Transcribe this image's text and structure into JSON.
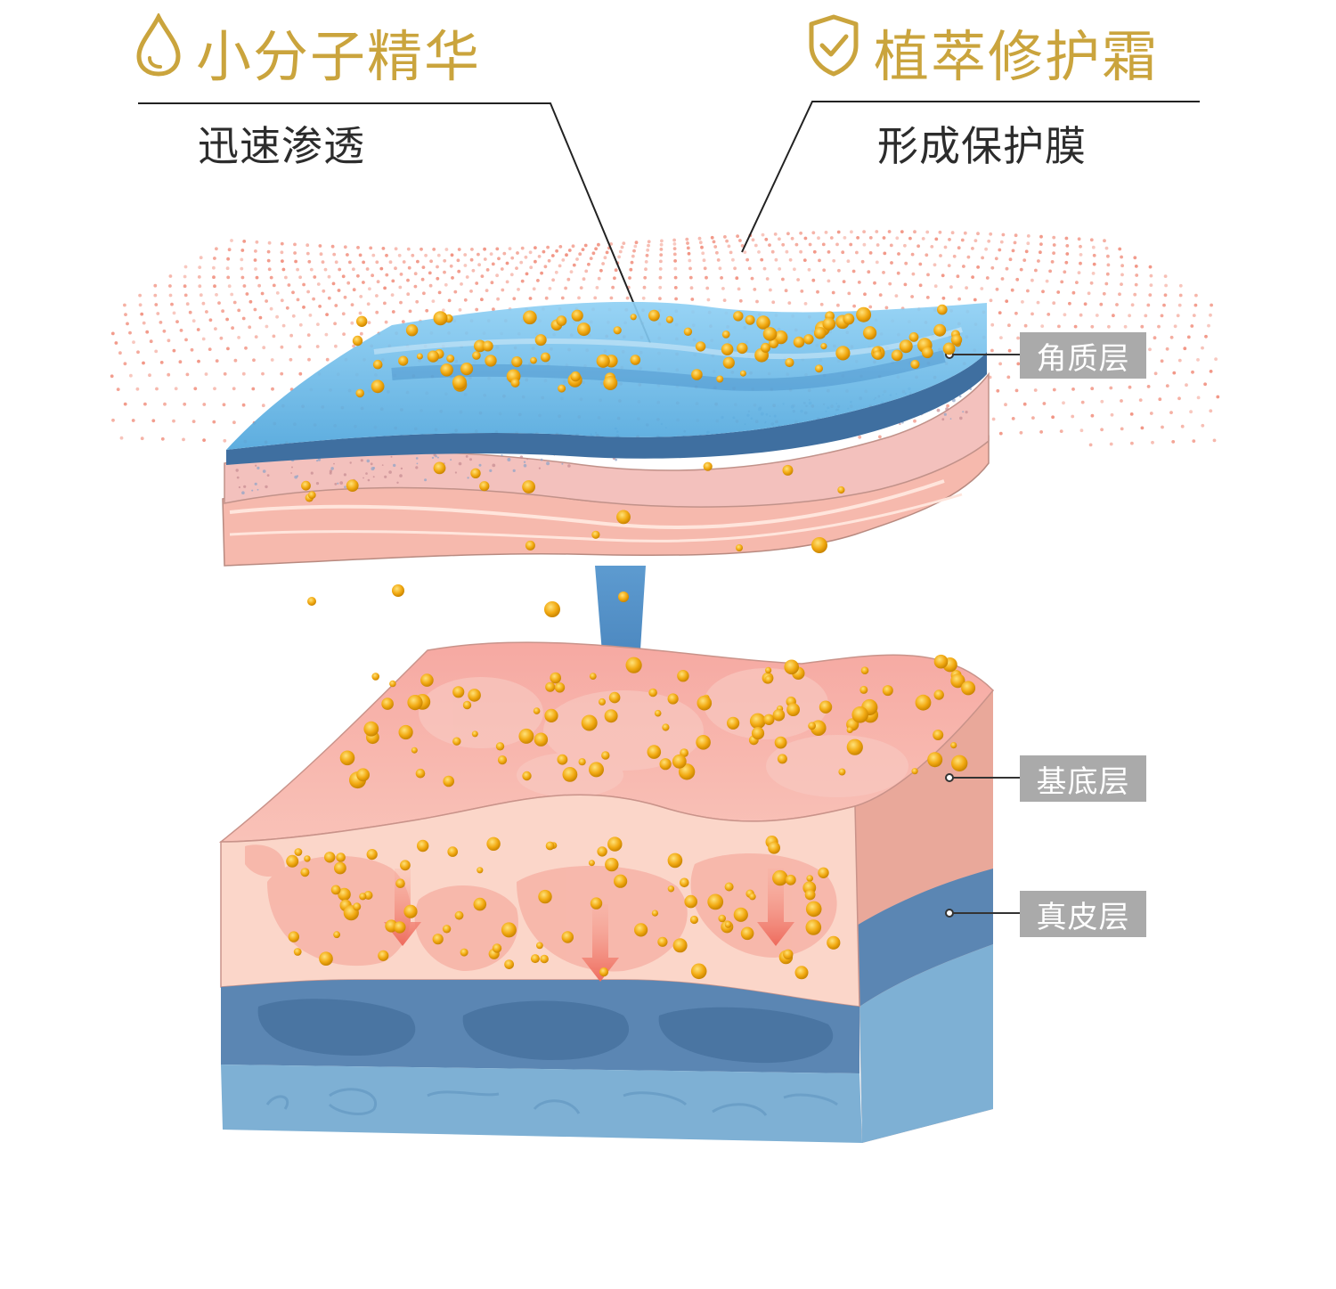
{
  "headline_left": {
    "title": "小分子精华",
    "subtitle": "迅速渗透",
    "icon": "droplet-icon"
  },
  "headline_right": {
    "title": "植萃修护霜",
    "subtitle": "形成保护膜",
    "icon": "shield-check-icon"
  },
  "layer_labels": [
    "角质层",
    "基底层",
    "真皮层"
  ],
  "colors": {
    "gold": "#caa43d",
    "skin_pink": "#f4b3a6",
    "skin_light": "#fbd8cc",
    "film_blue": "#5ab0e0",
    "deep_blue": "#4a79a8",
    "particle": "#f0a500",
    "dots": "#f08a78",
    "tag_bg": "#aaaaaa"
  }
}
